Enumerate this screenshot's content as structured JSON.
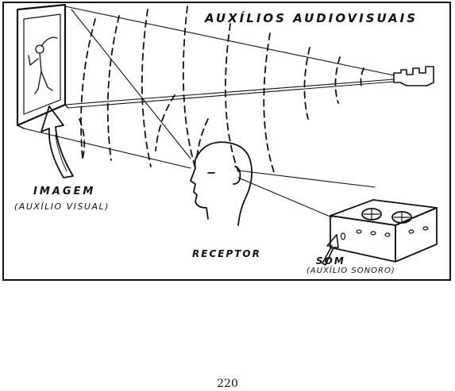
{
  "figure": {
    "title": "AUXÍLIOS AUDIOVISUAIS",
    "image_label": "IMAGEM",
    "image_sublabel": "(AUXÍLIO VISUAL)",
    "receiver_label": "RECEPTOR",
    "sound_label": "SOM",
    "sound_sublabel": "(AUXÍLIO SONORO)"
  },
  "page_number": "220",
  "colors": {
    "ink": "#111111",
    "background": "#ffffff"
  }
}
